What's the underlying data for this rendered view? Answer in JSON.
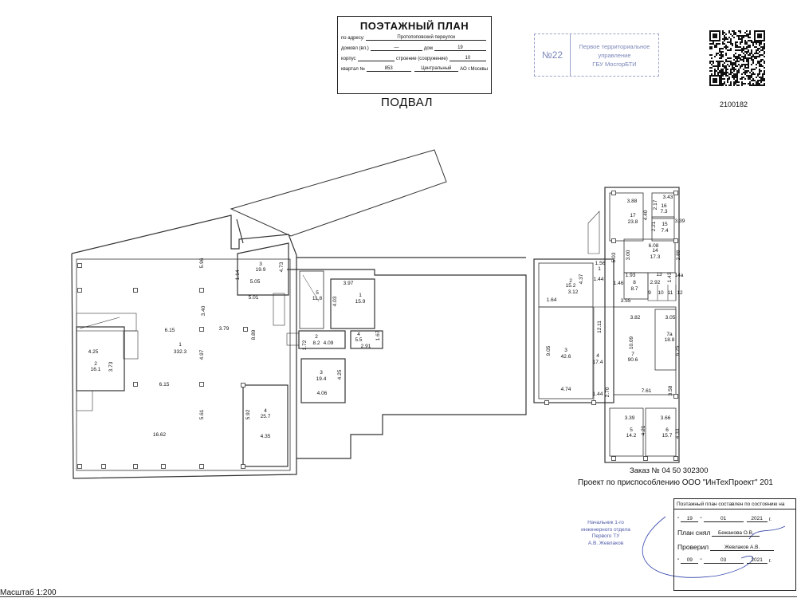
{
  "header": {
    "title": "ПОЭТАЖНЫЙ ПЛАН",
    "address_label": "по адресу:",
    "address_value": "Протопоповский переулок",
    "domovl_label": "домовл (вл.)",
    "domovl_value": "—",
    "dom_label": "дом",
    "dom_value": "19",
    "korpus_label": "корпус",
    "korpus_value": "",
    "stroenie_label": "строение (сооружение)",
    "stroenie_value": "10",
    "kvartal_label": "квартал №",
    "kvartal_value": "853",
    "district_value": "Центральный",
    "district_suffix": "АО г.Москвы"
  },
  "floor_name": "ПОДВАЛ",
  "stamp": {
    "number": "№22",
    "line1": "Первое территориальное",
    "line2": "управление",
    "line3": "ГБУ МосгорБТИ"
  },
  "qr_number": "2100182",
  "order": "Заказ № 04 50 302300",
  "project": "Проект по  приспособлению  ООО \"ИнТехПроект\" 201",
  "chief": {
    "line1": "Начальник 1-го",
    "line2": "инженерного отдела",
    "line3": "Первого ТУ",
    "line4": "А.В. Жевлаков"
  },
  "status_table": {
    "heading": "Поэтажный план составлен по состоянию на",
    "date1_day": "19",
    "date1_month": "01",
    "date1_year": "2021",
    "year_suffix": "г.",
    "drawn_label": "План снял",
    "drawn_value": "Бежанова О.В.",
    "checked_label": "Проверил",
    "checked_value": "Жевлаков А.В.",
    "date2_day": "09",
    "date2_month": "03",
    "date2_year": "2021"
  },
  "scale": "Масштаб 1:200",
  "plan": {
    "labels": [
      "5.96",
      "3",
      "19.9",
      "4.73",
      "1.14",
      "5.05",
      "5.01",
      "3.40",
      "6.15",
      "3.79",
      "8.89",
      "1",
      "332.3",
      "4.97",
      "4.25",
      "2",
      "16.1",
      "3.73",
      "6.15",
      "5.61",
      "16.62",
      "4",
      "25.7",
      "5.92",
      "4.35",
      "5",
      "11.8",
      "3.97",
      "1",
      "15.9",
      "4.03",
      "1.72",
      "2",
      "8.2",
      "4.09",
      "4",
      "5.5",
      "2.91",
      "1.67",
      "3",
      "19.4",
      "4.25",
      "4.06",
      "3.88",
      "17",
      "23.8",
      "4.40",
      "3.43",
      "2.17",
      "16",
      "7.3",
      "2.21",
      "15",
      "7.4",
      "3.39",
      "6.08",
      "3.00",
      "14",
      "17.3",
      "2.88",
      "5.03",
      "1.56",
      "1",
      "1.44",
      "1.46",
      "1.93",
      "13",
      "2.92",
      "1.43",
      "14a",
      "8",
      "8.7",
      "9",
      "10",
      "11",
      "12",
      "3.55",
      "2",
      "15.2",
      "4.37",
      "3.12",
      "1.64",
      "3.82",
      "3.05",
      "7a",
      "18.8",
      "6.25",
      "12.11",
      "10.09",
      "7",
      "90.6",
      "9.05",
      "3",
      "42.6",
      "4",
      "17.4",
      "4.74",
      "2.70",
      "7.61",
      "3.58",
      "1.44",
      "3.39",
      "5",
      "14.2",
      "4.21",
      "3.66",
      "6",
      "15.7",
      "4.33"
    ]
  }
}
